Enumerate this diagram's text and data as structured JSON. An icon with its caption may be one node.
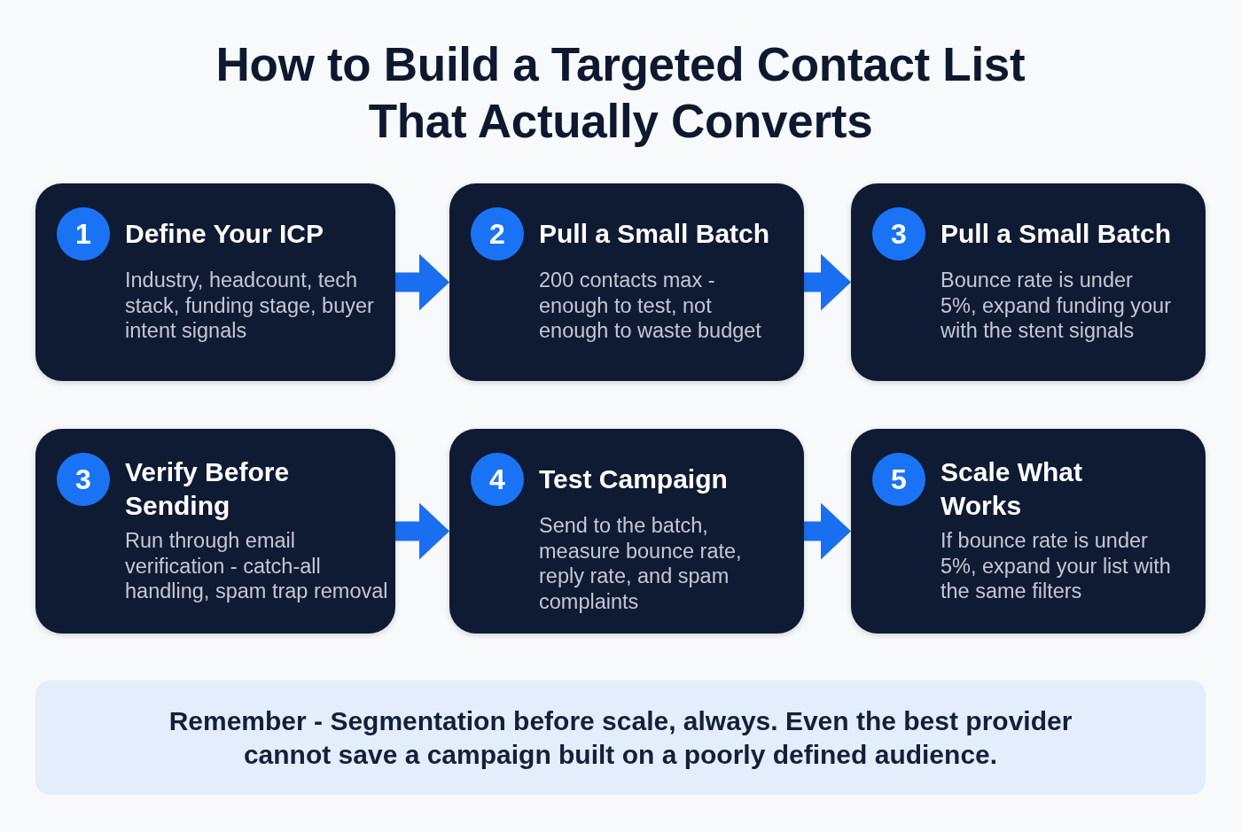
{
  "diagram": {
    "title": "How to Build a Targeted Contact List That Actually Converts",
    "nodes": [
      {
        "text": [
          "Define Your ICP",
          "Industry, headcount, tech stack, funding stage, buyer intent signals"
        ]
      },
      {
        "text": [
          "1"
        ],
        "in": 0
      },
      {
        "text": [
          "Pull a Small Batch",
          "200 contacts max - enough to test, not enough to waste budget"
        ]
      },
      {
        "text": [
          "2"
        ],
        "in": 2
      },
      {
        "text": [
          "Pull a Small Batch",
          "Bounce rate is under 5%, expand funding your with the stent signals"
        ]
      },
      {
        "text": [
          "3"
        ],
        "in": 4
      },
      {
        "text": [
          "Verify Before Sending",
          "Run through email verification - catch-all handling, spam trap removal"
        ]
      },
      {
        "text": [
          "3"
        ],
        "in": 6
      },
      {
        "text": [
          "Test Campaign",
          "Send to the batch, measure bounce rate, reply rate, and spam complaints"
        ]
      },
      {
        "text": [
          "4"
        ],
        "in": 8
      },
      {
        "text": [
          "Scale What Works",
          "If bounce rate is under 5%, expand your list with the same filters"
        ]
      },
      {
        "text": [
          "5"
        ],
        "in": 10
      },
      {
        "text": [
          "Remember - Segmentation before scale, always. Even the best provider cannot save a campaign built on a poorly defined audience."
        ]
      }
    ],
    "edges": [
      {
        "from": 0,
        "to": 2,
        "arrow": "to"
      },
      {
        "from": 2,
        "to": 4,
        "arrow": "to"
      },
      {
        "from": 6,
        "to": 8,
        "arrow": "to"
      },
      {
        "from": 8,
        "to": 10,
        "arrow": "to"
      }
    ]
  }
}
